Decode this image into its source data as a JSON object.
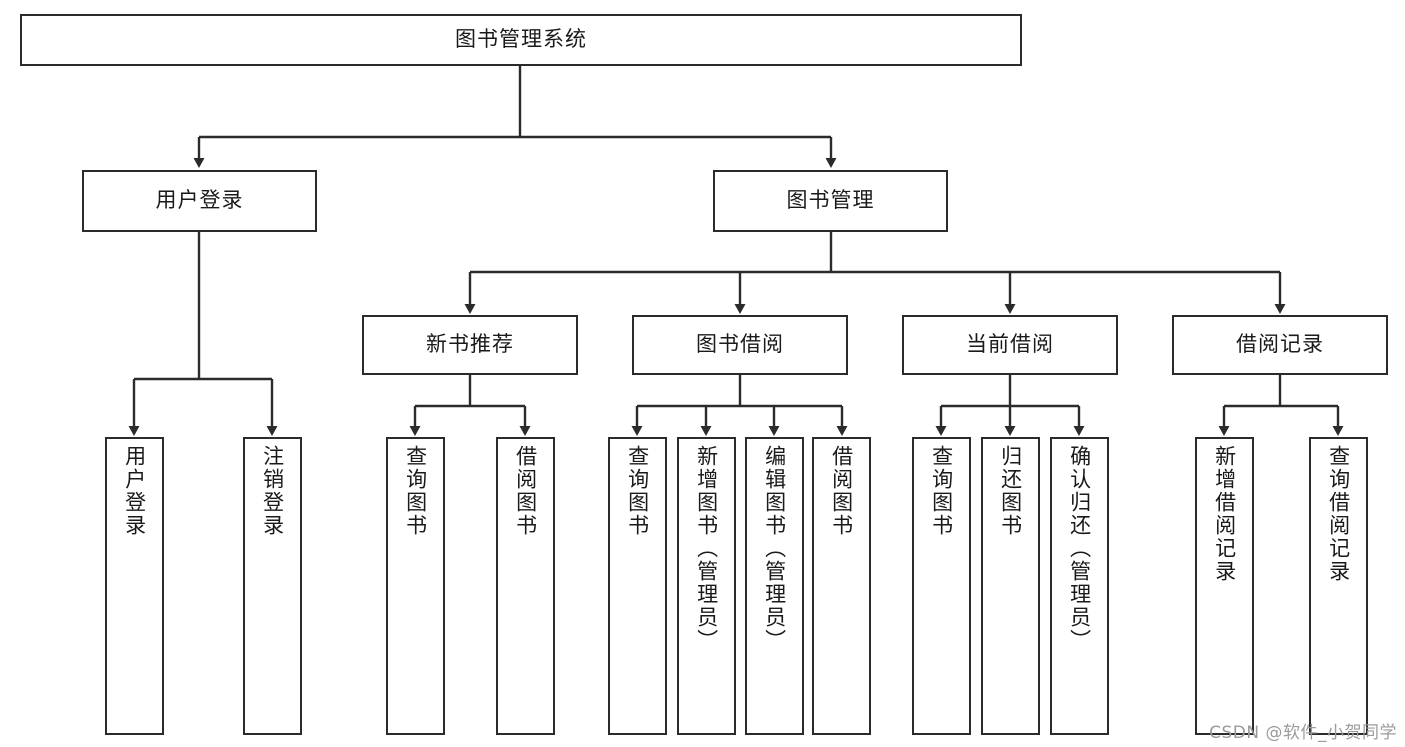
{
  "diagram": {
    "type": "tree-hierarchy-functional-decomposition",
    "title": "图书管理系统",
    "root": {
      "id": "root",
      "label": "图书管理系统",
      "orientation": "horizontal"
    },
    "level2": [
      {
        "id": "user-login",
        "label": "用户登录",
        "orientation": "horizontal"
      },
      {
        "id": "book-management",
        "label": "图书管理",
        "orientation": "horizontal"
      }
    ],
    "level3": [
      {
        "id": "new-book-recommend",
        "label": "新书推荐",
        "orientation": "horizontal",
        "parent": "book-management"
      },
      {
        "id": "book-borrow",
        "label": "图书借阅",
        "orientation": "horizontal",
        "parent": "book-management"
      },
      {
        "id": "current-borrow",
        "label": "当前借阅",
        "orientation": "horizontal",
        "parent": "book-management"
      },
      {
        "id": "borrow-record",
        "label": "借阅记录",
        "orientation": "horizontal",
        "parent": "book-management"
      }
    ],
    "leaves": [
      {
        "id": "leaf-user-login",
        "label": "用户登录",
        "parent": "user-login",
        "orientation": "vertical"
      },
      {
        "id": "leaf-logout-login",
        "label": "注销登录",
        "parent": "user-login",
        "orientation": "vertical"
      },
      {
        "id": "leaf-query-book-1",
        "label": "查询图书",
        "parent": "new-book-recommend",
        "orientation": "vertical"
      },
      {
        "id": "leaf-borrow-book-1",
        "label": "借阅图书",
        "parent": "new-book-recommend",
        "orientation": "vertical"
      },
      {
        "id": "leaf-query-book-2",
        "label": "查询图书",
        "parent": "book-borrow",
        "orientation": "vertical"
      },
      {
        "id": "leaf-add-book",
        "label": "新增图书（管理员）",
        "parent": "book-borrow",
        "orientation": "vertical"
      },
      {
        "id": "leaf-edit-book",
        "label": "编辑图书（管理员）",
        "parent": "book-borrow",
        "orientation": "vertical"
      },
      {
        "id": "leaf-borrow-book-2",
        "label": "借阅图书",
        "parent": "book-borrow",
        "orientation": "vertical"
      },
      {
        "id": "leaf-query-book-3",
        "label": "查询图书",
        "parent": "current-borrow",
        "orientation": "vertical"
      },
      {
        "id": "leaf-return-book",
        "label": "归还图书",
        "parent": "current-borrow",
        "orientation": "vertical"
      },
      {
        "id": "leaf-confirm-return",
        "label": "确认归还（管理员）",
        "parent": "current-borrow",
        "orientation": "vertical"
      },
      {
        "id": "leaf-add-borrow-record",
        "label": "新增借阅记录",
        "parent": "borrow-record",
        "orientation": "vertical"
      },
      {
        "id": "leaf-query-borrow-record",
        "label": "查询借阅记录",
        "parent": "borrow-record",
        "orientation": "vertical"
      }
    ],
    "colors": {
      "stroke": "#2b2b2b",
      "background": "#ffffff",
      "text": "#1a1a1a",
      "watermark": "#9b9b9b"
    }
  },
  "watermark": {
    "text": "CSDN @软件_小贺同学"
  }
}
